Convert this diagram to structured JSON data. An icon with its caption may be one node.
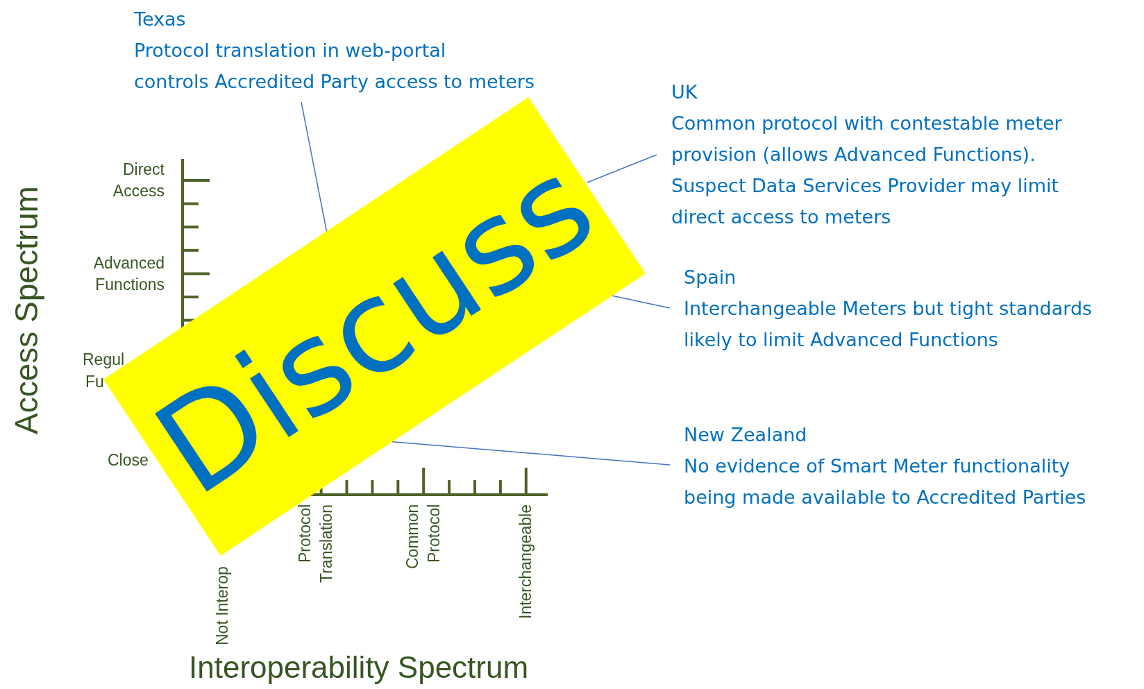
{
  "diagram": {
    "nodes": [
      {
        "text": [
          "Texas",
          "Protocol translation in web-portal controls Accredited Party access to meters"
        ]
      },
      {
        "text": [
          "UK",
          "Common protocol with contestable meter provision (allows Advanced Functions). Suspect Data Services Provider may limit direct access to meters"
        ]
      },
      {
        "text": [
          "Spain",
          "Interchangeable Meters but tight standards likely to limit Advanced Functions"
        ]
      },
      {
        "text": [
          "New Zealand",
          "No evidence of Smart Meter functionality being made available to Accredited Parties"
        ]
      },
      {
        "text": [
          "Discuss"
        ]
      }
    ],
    "edges": [
      {
        "from": 0,
        "to": 4,
        "arrow": "none"
      },
      {
        "from": 1,
        "to": 4,
        "arrow": "none"
      },
      {
        "from": 2,
        "to": 4,
        "arrow": "none"
      },
      {
        "from": 3,
        "to": 4,
        "arrow": "none"
      }
    ],
    "labels": [
      "Direct Access",
      "Advanced Functions",
      "Regul",
      "Fu",
      "Close",
      "Access Spectrum",
      "Not Interop",
      "Protocol Translation",
      "Common Protocol",
      "Interchangeable",
      "Interoperability Spectrum"
    ]
  }
}
